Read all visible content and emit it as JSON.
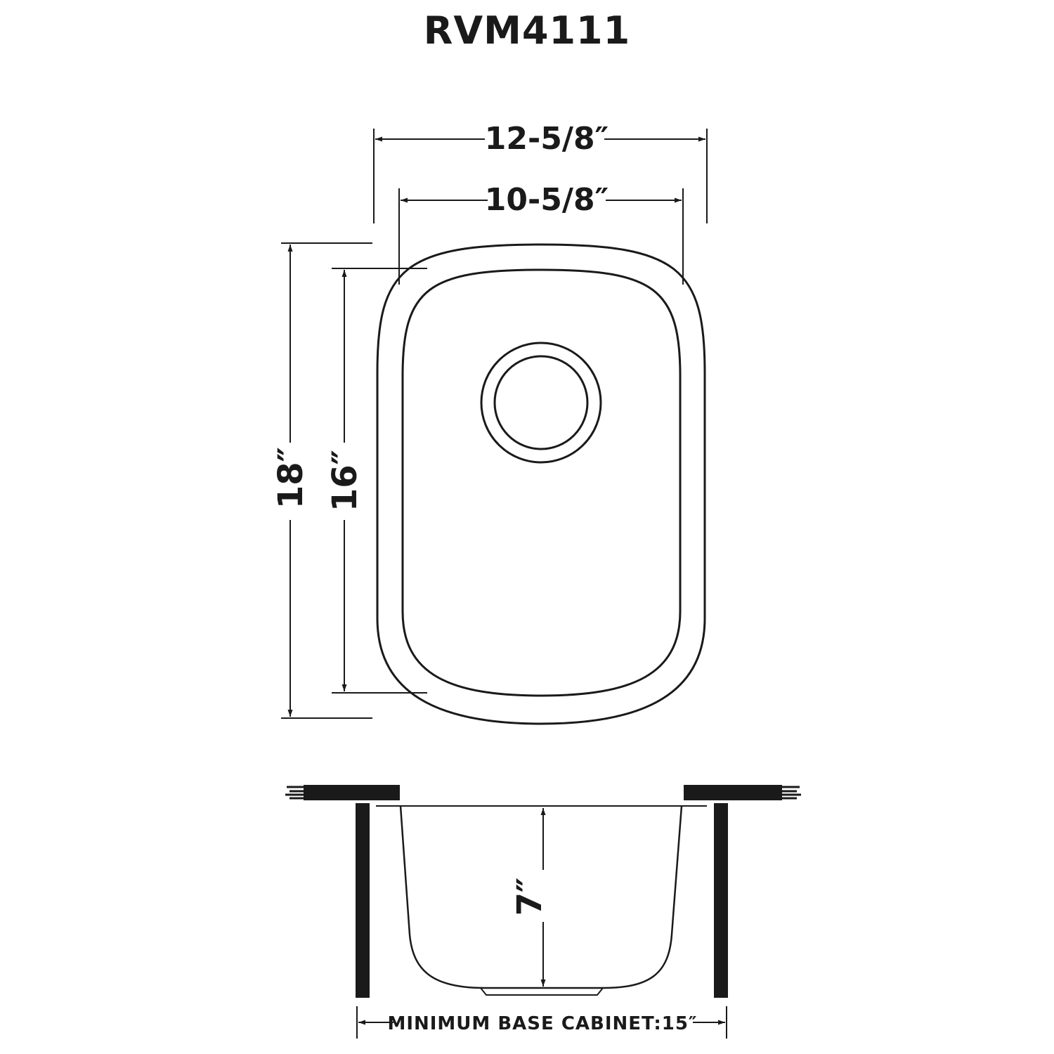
{
  "model": "RVM4111",
  "dimensions": {
    "overall_width": "12-5/8″",
    "inner_width": "10-5/8″",
    "overall_length": "18″",
    "inner_length": "16″",
    "depth": "7″",
    "min_cabinet": "MINIMUM BASE CABINET:15″"
  },
  "colors": {
    "ink": "#1a1a1a",
    "background": "#ffffff"
  }
}
